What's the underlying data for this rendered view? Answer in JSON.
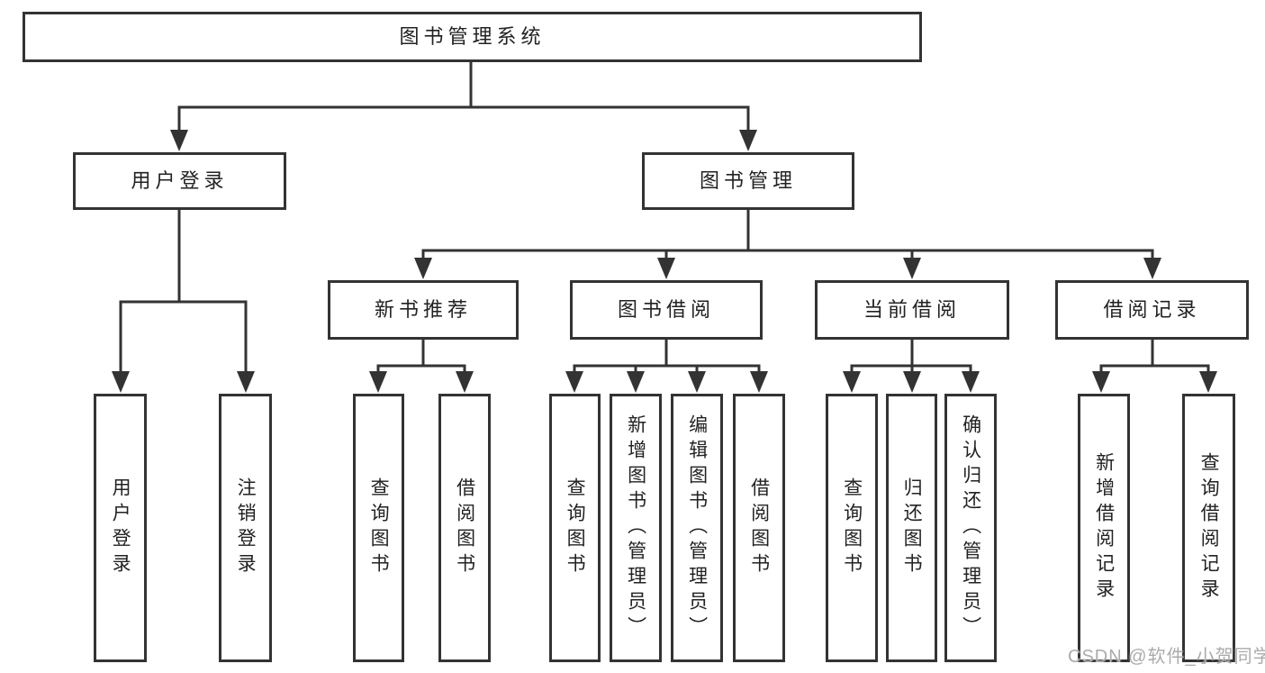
{
  "diagram": {
    "title": "图书管理系统",
    "level2": {
      "user_login": "用户登录",
      "book_mgmt": "图书管理"
    },
    "level3": {
      "new_book_rec": "新书推荐",
      "book_borrow": "图书借阅",
      "current_borrow": "当前借阅",
      "borrow_record": "借阅记录"
    },
    "leaves": {
      "user_login": "用户登录",
      "logout": "注销登录",
      "rec_query_book": "查询图书",
      "rec_borrow_book": "借阅图书",
      "bor_query_book": "查询图书",
      "bor_add_book": "新增图书（管理员）",
      "bor_edit_book": "编辑图书（管理员）",
      "bor_borrow_book": "借阅图书",
      "cur_query_book": "查询图书",
      "cur_return_book": "归还图书",
      "cur_confirm_return": "确认归还（管理员）",
      "rcd_add_record": "新增借阅记录",
      "rcd_query_record": "查询借阅记录"
    }
  },
  "watermark": "CSDN @软件_小贺同学",
  "colors": {
    "line": "#333333",
    "text": "#222222",
    "background": "#ffffff",
    "watermark": "#ababab"
  }
}
